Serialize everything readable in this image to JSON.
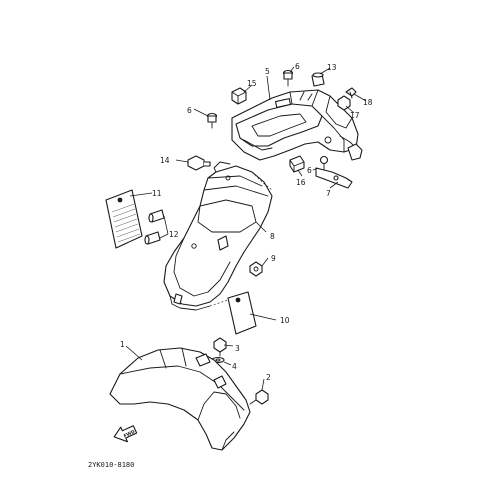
{
  "diagram": {
    "callouts": [
      "1",
      "2",
      "3",
      "4",
      "5",
      "6",
      "6",
      "6",
      "7",
      "8",
      "9",
      "10",
      "11",
      "12",
      "13",
      "14",
      "15",
      "16",
      "17",
      "18"
    ],
    "fwd_label": "FWD",
    "part_code": "2YK010-8180"
  }
}
